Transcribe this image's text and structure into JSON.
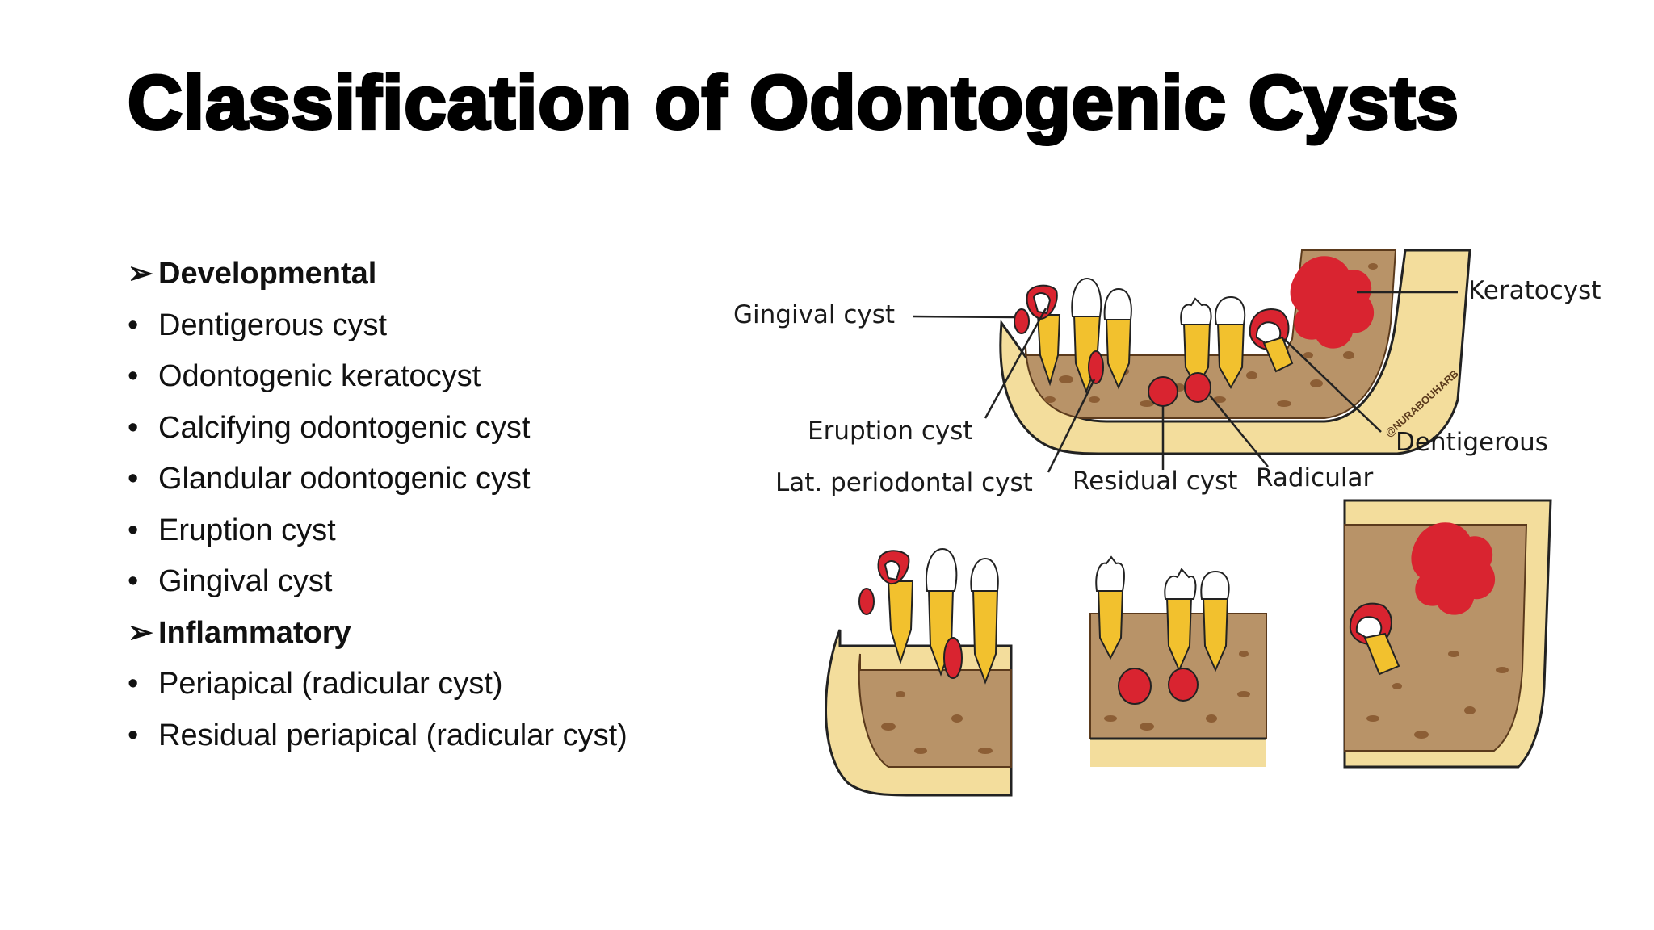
{
  "slide": {
    "title": "Classification of Odontogenic Cysts"
  },
  "list": [
    {
      "type": "heading",
      "marker": "➢",
      "text": "Developmental"
    },
    {
      "type": "item",
      "marker": "•",
      "text": "Dentigerous cyst"
    },
    {
      "type": "item",
      "marker": "•",
      "text": "Odontogenic keratocyst"
    },
    {
      "type": "item",
      "marker": "•",
      "text": "Calcifying odontogenic cyst"
    },
    {
      "type": "item",
      "marker": "•",
      "text": "Glandular odontogenic cyst"
    },
    {
      "type": "item",
      "marker": "•",
      "text": "Eruption cyst"
    },
    {
      "type": "item",
      "marker": "•",
      "text": "Gingival cyst"
    },
    {
      "type": "heading",
      "marker": "➢",
      "text": "Inflammatory"
    },
    {
      "type": "item",
      "marker": "•",
      "text": "Periapical (radicular cyst)"
    },
    {
      "type": "item",
      "marker": "•",
      "text": "Residual periapical (radicular cyst)"
    }
  ],
  "figure": {
    "labels": {
      "gingival": "Gingival cyst",
      "keratocyst": "Keratocyst",
      "eruption": "Eruption cyst",
      "dentigerous": "Dentigerous",
      "lat_periodontal": "Lat. periodontal cyst",
      "residual": "Residual cyst",
      "radicular": "Radicular"
    },
    "watermark": "@NURABOUHARB",
    "colors": {
      "bone": "#b89368",
      "bone_spots": "#8c5e35",
      "cortex": "#f3dd9c",
      "cyst": "#d92430",
      "root": "#f2c12e",
      "crown": "#ffffff"
    }
  }
}
